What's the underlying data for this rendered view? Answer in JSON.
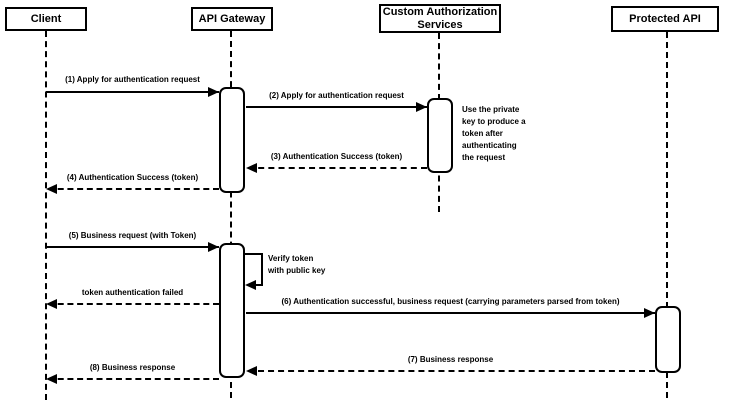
{
  "colors": {
    "stroke": "#000000",
    "fill": "#ffffff"
  },
  "participants": [
    {
      "name": "Client"
    },
    {
      "name": "API Gateway"
    },
    {
      "name": "Custom Authorization\nServices"
    },
    {
      "name": "Protected API"
    }
  ],
  "messages": [
    {
      "label": "(1) Apply for authentication request",
      "type": "solid"
    },
    {
      "label": "(2) Apply for authentication request",
      "type": "solid"
    },
    {
      "label": "(3) Authentication Success (token)",
      "type": "dashed-return"
    },
    {
      "label": "(4) Authentication Success (token)",
      "type": "dashed-return"
    },
    {
      "label": "(5) Business request (with Token)",
      "type": "solid"
    },
    {
      "label": "Verify token\nwith public key",
      "type": "self"
    },
    {
      "label": "token authentication failed",
      "type": "dashed-return"
    },
    {
      "label": "(6) Authentication successful, business request (carrying parameters parsed from token)",
      "type": "solid"
    },
    {
      "label": "(7) Business response",
      "type": "dashed-return"
    },
    {
      "label": "(8) Business response",
      "type": "dashed-return"
    }
  ],
  "notes": [
    {
      "text": "Use the private\nkey to produce a\ntoken after\nauthenticating\nthe request"
    }
  ]
}
